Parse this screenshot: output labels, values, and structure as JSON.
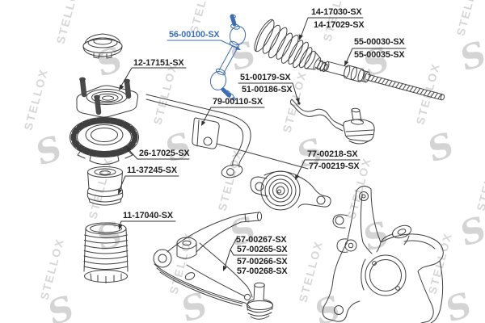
{
  "diagram": {
    "watermark_text": "STELLOX",
    "watermark_logo": "S",
    "highlight_color": "#3a6db4",
    "line_color": "#3f3f3f",
    "labels": {
      "stab_link": "56-00100-SX",
      "strut_mount": "12-17151-SX",
      "boot_a": "14-17030-SX",
      "boot_b": "14-17029-SX",
      "axial_a": "55-00030-SX",
      "axial_b": "55-00035-SX",
      "rod_end_a": "51-00179-SX",
      "rod_end_b": "51-00186-SX",
      "stab_bushing": "79-00110-SX",
      "bearing": "26-17025-SX",
      "bump_stop": "11-37245-SX",
      "dust_boot": "11-17040-SX",
      "arm_bushing_a": "77-00218-SX",
      "arm_bushing_b": "77-00219-SX",
      "control_arm_a": "57-00267-SX",
      "control_arm_b": "57-00265-SX",
      "control_arm_c": "57-00266-SX",
      "control_arm_d": "57-00268-SX"
    }
  }
}
